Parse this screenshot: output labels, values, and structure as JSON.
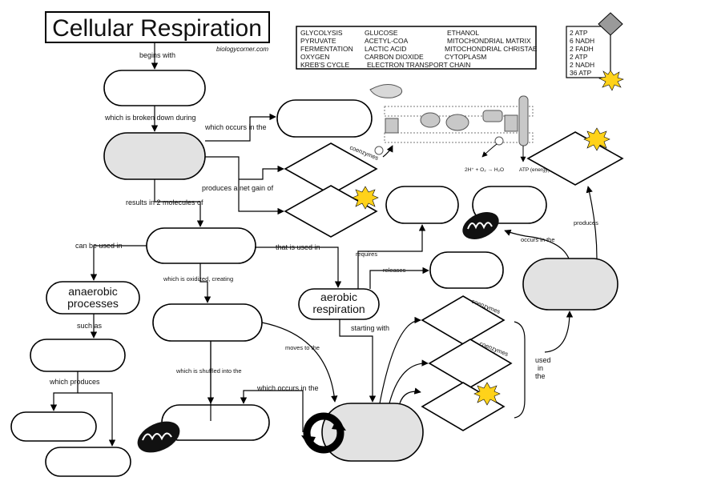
{
  "title": "Cellular Respiration",
  "credit": "biologycorner.com",
  "word_bank": {
    "col1": [
      "GLYCOLYSIS",
      "PYRUVATE",
      "FERMENTATION",
      "OXYGEN",
      "KREB'S CYCLE"
    ],
    "col2": [
      "GLUCOSE",
      "ACETYL-COA",
      "LACTIC ACID",
      "CARBON DIOXIDE",
      "ELECTRON TRANSPORT CHAIN"
    ],
    "col3": [
      "ETHANOL",
      "MITOCHONDRIAL MATRIX",
      "MITOCHONDRIAL CHRISTAE",
      "CYTOPLASM"
    ]
  },
  "atp_key": [
    "2 ATP",
    "6 NADH",
    "2 FADH",
    "2 ATP",
    "2 NADH",
    "36 ATP"
  ],
  "nodes": {
    "anaerobic": "anaerobic processes",
    "aerobic": "aerobic respiration"
  },
  "links": {
    "begins_with": "begins with",
    "broken_down": "which is broken down during",
    "occurs_in_1": "which occurs in the",
    "produces_net": "produces a net gain of",
    "results_in": "results in 2 molecules of",
    "can_be_used": "can be used in",
    "used_in": "that is used in",
    "oxidized": "which is oxidized, creating",
    "requires": "requires",
    "releases": "releases",
    "such_as": "such as",
    "starting_with": "starting with",
    "moves_to": "moves to the",
    "shuffled": "which is shuffled into the",
    "occurs_in_2": "which occurs in the",
    "which_produces": "which produces",
    "used_in_the": "used in the",
    "produces": "produces",
    "occurs_in_3": "occurs in the",
    "coenzymes_1": "coenzymes",
    "coenzymes_2": "coenzymes",
    "coenzymes_3": "coenzymes"
  },
  "etc_figure": {
    "reaction": "2H⁺ + O₂ → H₂O",
    "atp_label": "ATP (energy)"
  },
  "colors": {
    "shaded": "#e2e2e2",
    "star": "#ffd21a",
    "line": "#000000"
  }
}
